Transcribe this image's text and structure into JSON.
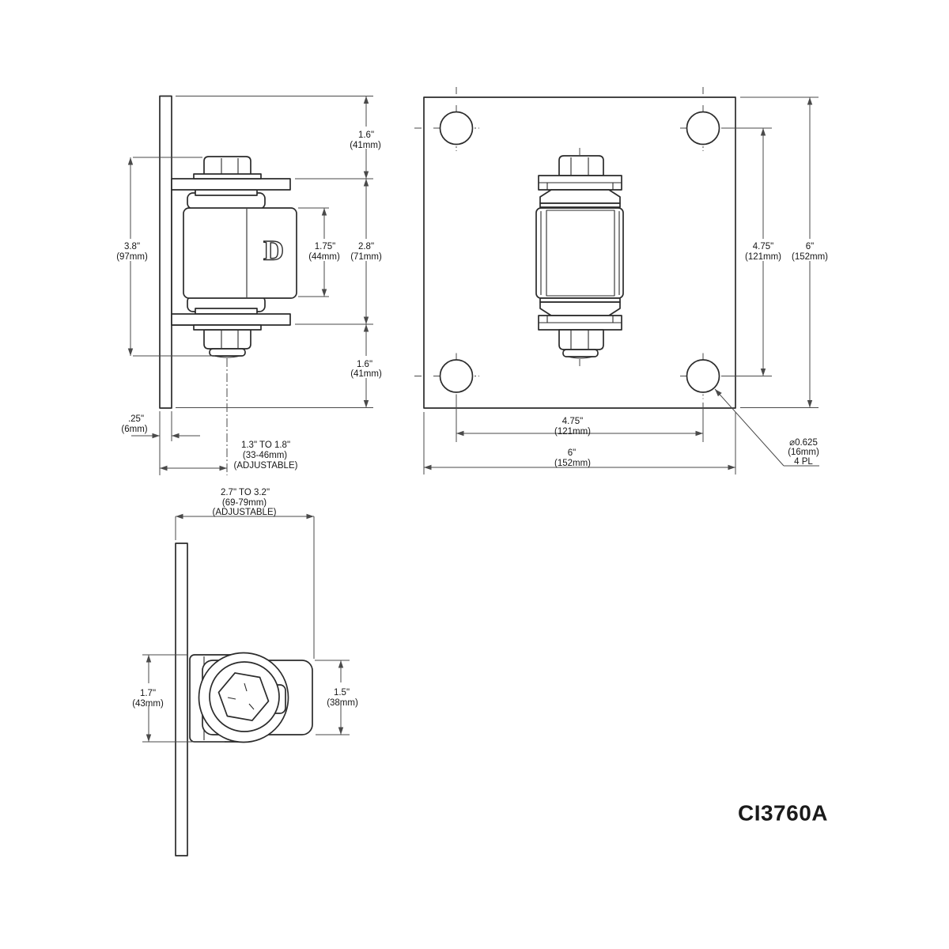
{
  "part_number": "CI3760A",
  "logo_letter": "D",
  "side_view": {
    "top_offset": {
      "in": "1.6\"",
      "mm": "(41mm)"
    },
    "overall_height": {
      "in": "3.8\"",
      "mm": "(97mm)"
    },
    "opening": {
      "in": "1.75\"",
      "mm": "(44mm)"
    },
    "body_height": {
      "in": "2.8\"",
      "mm": "(71mm)"
    },
    "bottom_offset": {
      "in": "1.6\"",
      "mm": "(41mm)"
    },
    "bar_thickness": {
      "in": ".25\"",
      "mm": "(6mm)"
    },
    "setback": {
      "in": "1.3\" TO 1.8\"",
      "mm": "(33-46mm)",
      "note": "(ADJUSTABLE)"
    }
  },
  "plate_view": {
    "hole_spacing_vertical": {
      "in": "4.75\"",
      "mm": "(121mm)"
    },
    "plate_height": {
      "in": "6\"",
      "mm": "(152mm)"
    },
    "hole_spacing_horizontal": {
      "in": "4.75\"",
      "mm": "(121mm)"
    },
    "plate_width": {
      "in": "6\"",
      "mm": "(152mm)"
    },
    "hole_callout": {
      "diameter": "⌀0.625",
      "mm": "(16mm)",
      "places": "4 PL"
    }
  },
  "top_view": {
    "reach": {
      "in": "2.7\" TO 3.2\"",
      "mm": "(69-79mm)",
      "note": "(ADJUSTABLE)"
    },
    "bracket_depth": {
      "in": "1.7\"",
      "mm": "(43mm)"
    },
    "bracket_width": {
      "in": "1.5\"",
      "mm": "(38mm)"
    }
  }
}
